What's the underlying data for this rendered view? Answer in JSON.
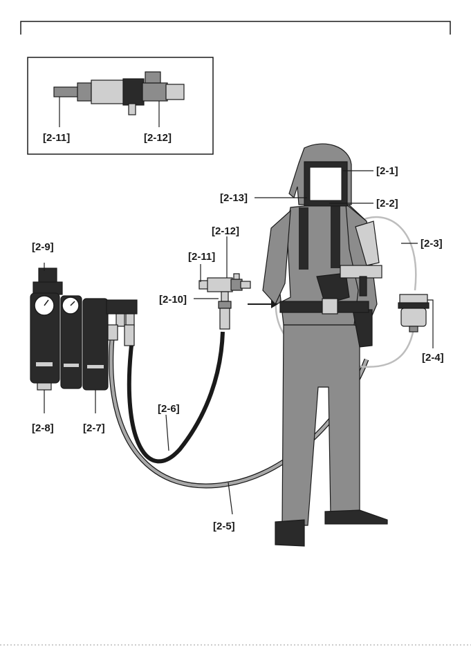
{
  "labels": {
    "l2_1": "[2-1]",
    "l2_2": "[2-2]",
    "l2_3": "[2-3]",
    "l2_4": "[2-4]",
    "l2_5": "[2-5]",
    "l2_6": "[2-6]",
    "l2_7": "[2-7]",
    "l2_8": "[2-8]",
    "l2_9": "[2-9]",
    "l2_10": "[2-10]",
    "l2_11": "[2-11]",
    "l2_12": "[2-12]",
    "l2_13": "[2-13]",
    "inset_l2_11": "[2-11]",
    "inset_l2_12": "[2-12]"
  },
  "colors": {
    "suit": "#8c8c8c",
    "dark": "#2a2a2a",
    "light_hose": "#a8a8a8",
    "outline": "#1a1a1a"
  }
}
